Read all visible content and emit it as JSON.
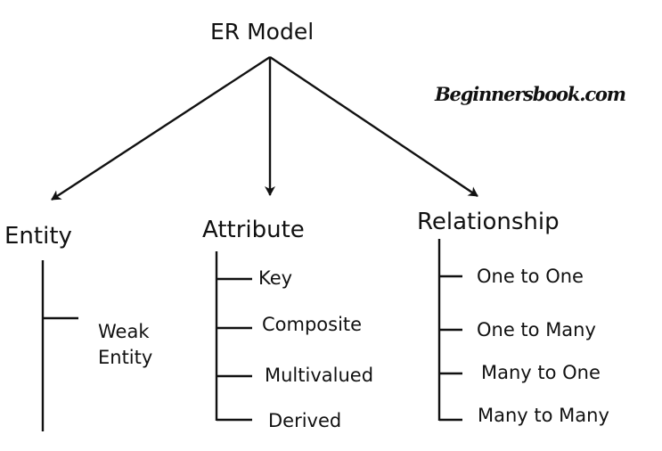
{
  "diagram": {
    "root": {
      "label": "ER Model"
    },
    "watermark": "Beginnersbook.com",
    "branches": [
      {
        "label": "Entity",
        "children": [
          "Weak\nEntity"
        ]
      },
      {
        "label": "Attribute",
        "children": [
          "Key",
          "Composite",
          "Multivalued",
          "Derived"
        ]
      },
      {
        "label": "Relationship",
        "children": [
          "One to One",
          "One to Many",
          "Many to One",
          "Many to Many"
        ]
      }
    ]
  },
  "colors": {
    "line": "#111111",
    "text": "#111111",
    "background": "#ffffff"
  }
}
